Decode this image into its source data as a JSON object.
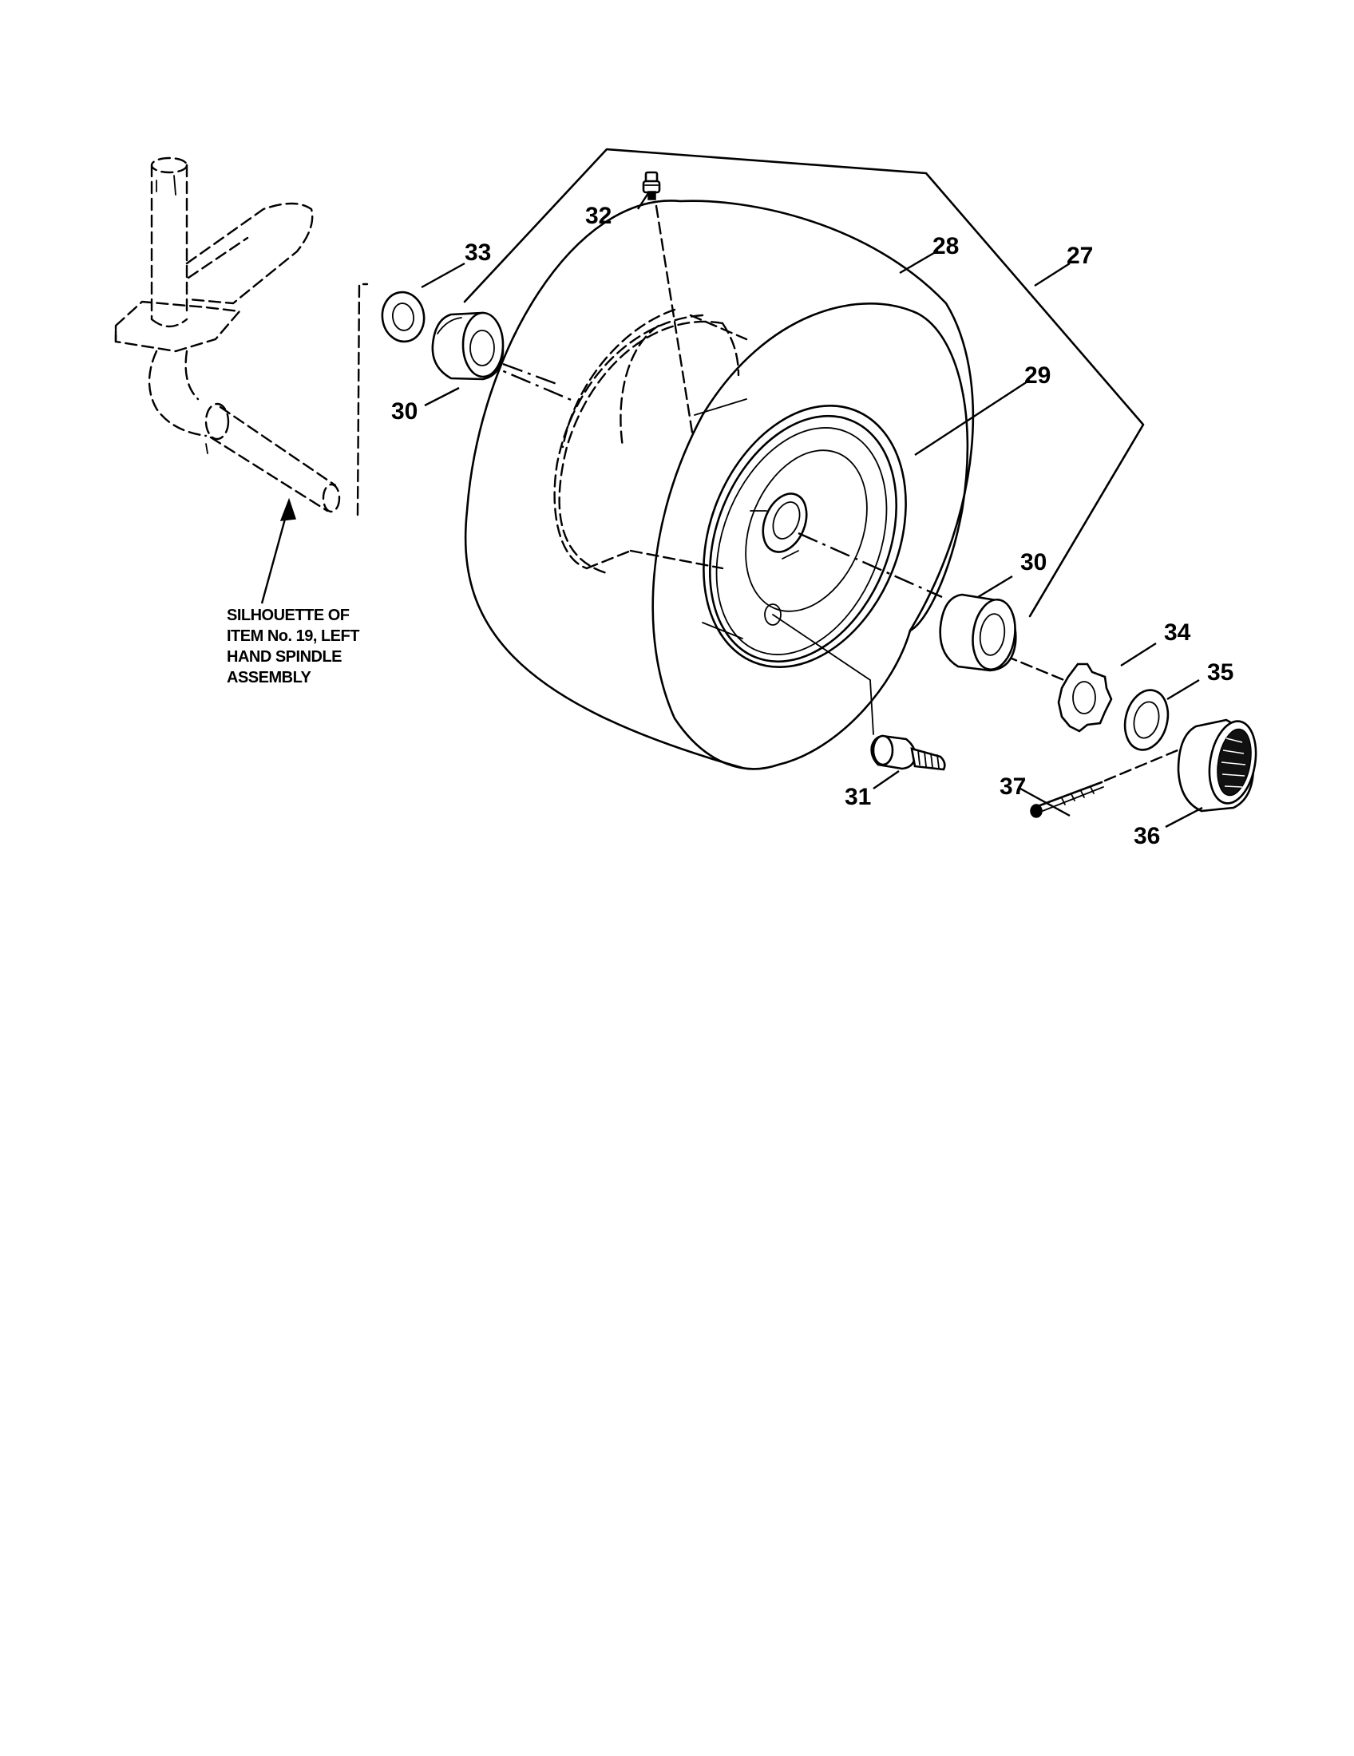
{
  "callouts": {
    "c27": "27",
    "c28": "28",
    "c29": "29",
    "c30a": "30",
    "c30b": "30",
    "c31": "31",
    "c32": "32",
    "c33": "33",
    "c34": "34",
    "c35": "35",
    "c36": "36",
    "c37": "37"
  },
  "note": {
    "lines": [
      "SILHOUETTE OF",
      "ITEM No. 19, LEFT",
      "HAND SPINDLE",
      "ASSEMBLY"
    ]
  }
}
